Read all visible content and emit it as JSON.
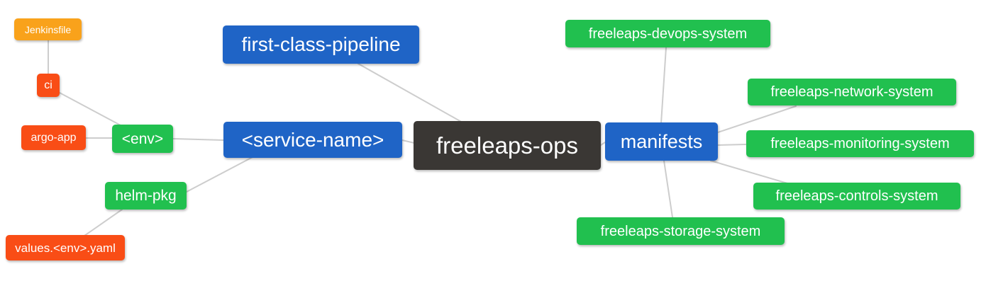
{
  "diagram": {
    "type": "mindmap",
    "background": "#ffffff",
    "edge_color": "#cdcdcd",
    "colors": {
      "orange": "#F9A21B",
      "red": "#F94D16",
      "green": "#21C04F",
      "blue": "#1F64C6",
      "dark": "#3A3734",
      "text": "#ffffff"
    },
    "nodes": [
      {
        "id": "jenkinsfile",
        "label": "Jenkinsfile",
        "color": "orange"
      },
      {
        "id": "ci",
        "label": "ci",
        "color": "red"
      },
      {
        "id": "argo-app",
        "label": "argo-app",
        "color": "red"
      },
      {
        "id": "env",
        "label": "<env>",
        "color": "green"
      },
      {
        "id": "helm-pkg",
        "label": "helm-pkg",
        "color": "green"
      },
      {
        "id": "values-env-yaml",
        "label": "values.<env>.yaml",
        "color": "red"
      },
      {
        "id": "first-class-pipeline",
        "label": "first-class-pipeline",
        "color": "blue"
      },
      {
        "id": "service-name",
        "label": "<service-name>",
        "color": "blue"
      },
      {
        "id": "freeleaps-ops",
        "label": "freeleaps-ops",
        "color": "dark"
      },
      {
        "id": "manifests",
        "label": "manifests",
        "color": "blue"
      },
      {
        "id": "freeleaps-devops-system",
        "label": "freeleaps-devops-system",
        "color": "green"
      },
      {
        "id": "freeleaps-network-system",
        "label": "freeleaps-network-system",
        "color": "green"
      },
      {
        "id": "freeleaps-monitoring-system",
        "label": "freeleaps-monitoring-system",
        "color": "green"
      },
      {
        "id": "freeleaps-controls-system",
        "label": "freeleaps-controls-system",
        "color": "green"
      },
      {
        "id": "freeleaps-storage-system",
        "label": "freeleaps-storage-system",
        "color": "green"
      }
    ],
    "edges": [
      [
        "jenkinsfile",
        "ci"
      ],
      [
        "ci",
        "env"
      ],
      [
        "argo-app",
        "env"
      ],
      [
        "env",
        "service-name"
      ],
      [
        "service-name",
        "helm-pkg"
      ],
      [
        "helm-pkg",
        "values-env-yaml"
      ],
      [
        "first-class-pipeline",
        "freeleaps-ops"
      ],
      [
        "service-name",
        "freeleaps-ops"
      ],
      [
        "freeleaps-ops",
        "manifests"
      ],
      [
        "manifests",
        "freeleaps-devops-system"
      ],
      [
        "manifests",
        "freeleaps-network-system"
      ],
      [
        "manifests",
        "freeleaps-monitoring-system"
      ],
      [
        "manifests",
        "freeleaps-controls-system"
      ],
      [
        "manifests",
        "freeleaps-storage-system"
      ]
    ]
  }
}
